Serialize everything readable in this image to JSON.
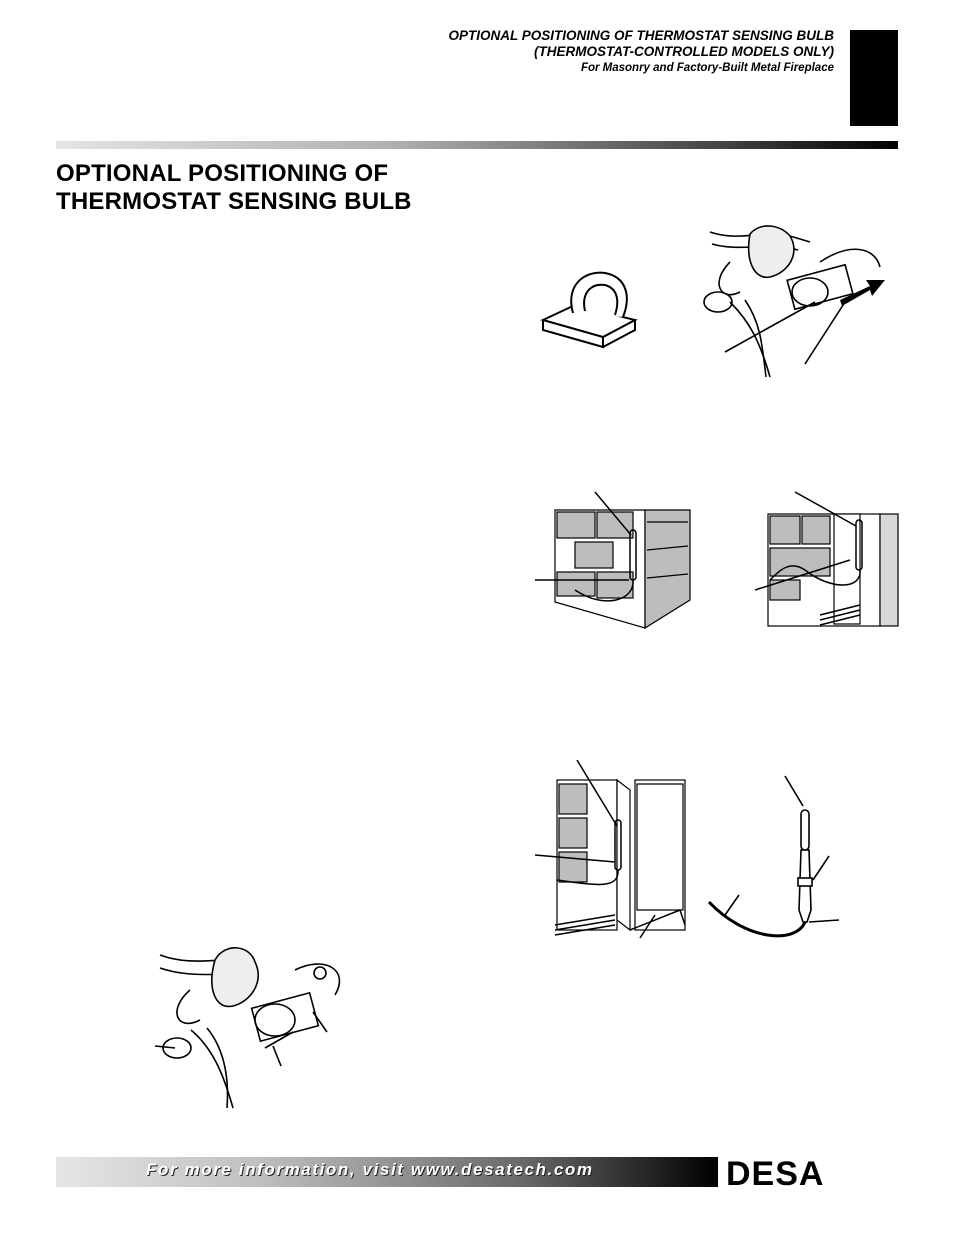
{
  "header": {
    "line1": "OPTIONAL POSITIONING OF THERMOSTAT SENSING BULB",
    "line2": "(THERMOSTAT-CONTROLLED MODELS ONLY)",
    "line3": "For Masonry and Factory-Built Metal Fireplace"
  },
  "title": {
    "line1": "OPTIONAL POSITIONING OF",
    "line2": "THERMOSTAT SENSING BULB"
  },
  "footer": {
    "text": "For more information, visit www.desatech.com"
  },
  "brand": {
    "logo_text": "DESA"
  },
  "colors": {
    "ink": "#000000",
    "paper": "#ffffff",
    "brick": "#bdbdbd"
  }
}
